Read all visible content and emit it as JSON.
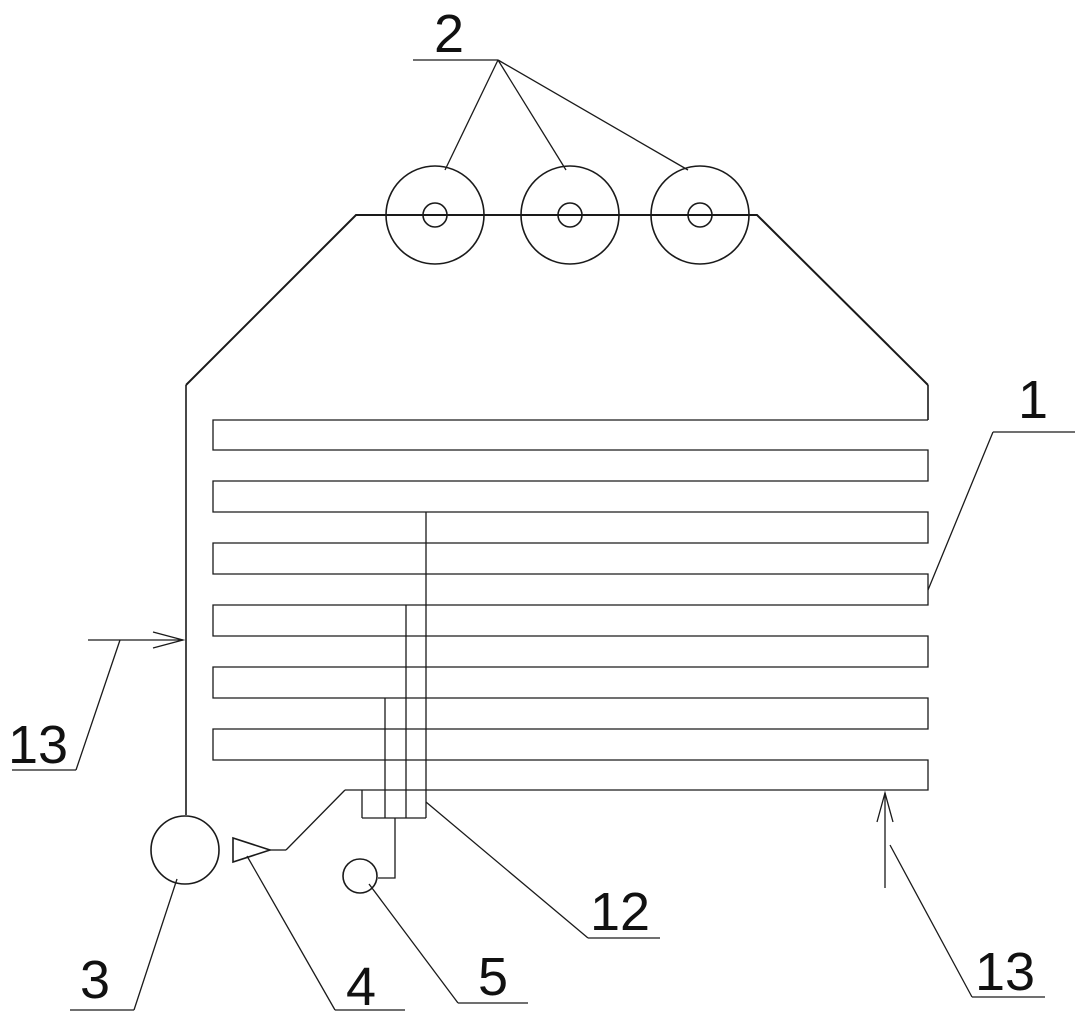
{
  "labels": {
    "l1": "1",
    "l2": "2",
    "l3": "3",
    "l4": "4",
    "l5": "5",
    "l12": "12",
    "l13_left": "13",
    "l13_right": "13"
  },
  "colors": {
    "line": "#1a1a1a",
    "background": "#ffffff"
  }
}
